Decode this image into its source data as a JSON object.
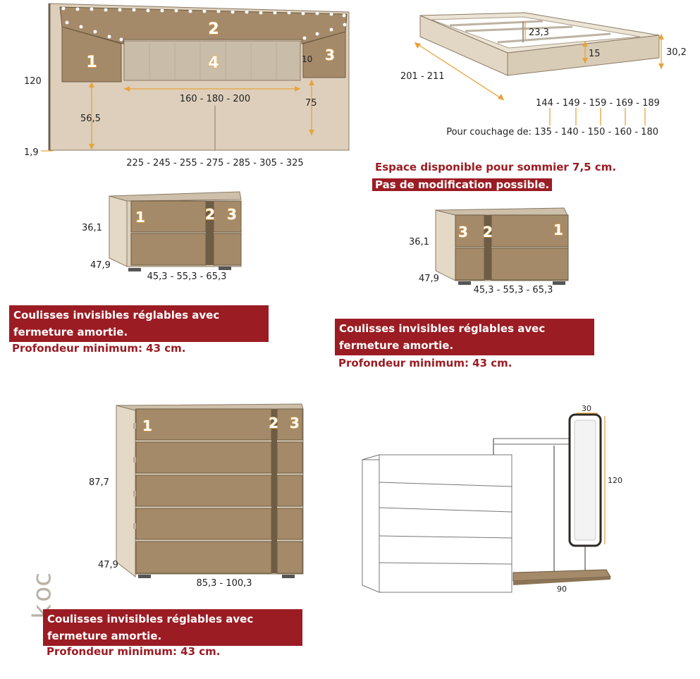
{
  "headboard": {
    "labels": {
      "panel_left": "1",
      "top": "2",
      "panel_right": "3",
      "center": "4"
    },
    "dims": {
      "height": "120",
      "base": "1,9",
      "panel_height": "56,5",
      "center_width": "160 - 180 - 200",
      "gap": "10",
      "center_height": "75",
      "total_width": "225 - 245 - 255 - 275 - 285 - 305 - 325"
    }
  },
  "bed": {
    "dims": {
      "slat": "23,3",
      "height": "30,2",
      "inner": "15",
      "length": "201 - 211",
      "widths": "144 - 149 - 159 - 169 - 189",
      "couchage": "Pour couchage de: 135 - 140 - 150 - 160 - 180"
    },
    "note1": "Espace disponible pour sommier 7,5 cm.",
    "note2": "Pas de modification possible."
  },
  "nightstand_left": {
    "labels": {
      "a": "1",
      "b": "2",
      "c": "3"
    },
    "dims": {
      "height": "36,1",
      "depth": "47,9",
      "width": "45,3 - 55,3 - 65,3"
    },
    "note": "Coulisses invisibles réglables avec fermeture amortie.",
    "sub": "Profondeur minimum: 43 cm."
  },
  "nightstand_right": {
    "labels": {
      "a": "3",
      "b": "2",
      "c": "1"
    },
    "dims": {
      "height": "36,1",
      "depth": "47,9",
      "width": "45,3 - 55,3 - 65,3"
    },
    "note": "Coulisses invisibles réglables avec fermeture amortie.",
    "sub": "Profondeur minimum: 43 cm."
  },
  "dresser": {
    "labels": {
      "a": "1",
      "b": "2",
      "c": "3"
    },
    "dims": {
      "height": "87,7",
      "depth": "47,9",
      "width": "85,3 - 100,3"
    },
    "note": "Coulisses invisibles réglables avec fermeture amortie.",
    "sub": "Profondeur minimum: 43 cm."
  },
  "mirror": {
    "dims": {
      "top": "30",
      "height": "120",
      "base": "90"
    }
  },
  "logo": "ɔoʞ",
  "colors": {
    "wood": "#a58a6a",
    "cream": "#e6dccb",
    "accent": "#9b1c23",
    "dim": "#e8a33a"
  }
}
